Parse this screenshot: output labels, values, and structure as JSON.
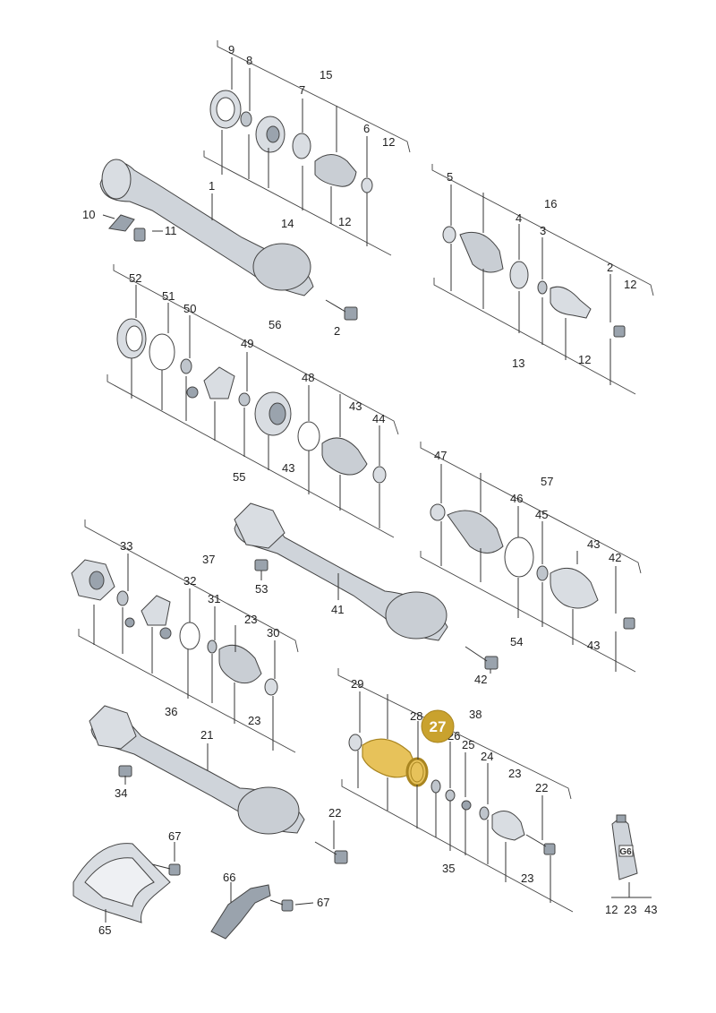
{
  "diagram": {
    "highlight_color": "#c9a22e",
    "highlight_fill": "#e7c25a",
    "highlighted_part": "27",
    "labels": {
      "g1_9": "9",
      "g1_8": "8",
      "g1_15": "15",
      "g1_7": "7",
      "g1_6": "6",
      "g1_12a": "12",
      "g1_1": "1",
      "g1_10": "10",
      "g1_11": "11",
      "g1_14": "14",
      "g1_12b": "12",
      "g1_2": "2",
      "g2_5": "5",
      "g2_16": "16",
      "g2_4": "4",
      "g2_3": "3",
      "g2_2": "2",
      "g2_12a": "12",
      "g2_13": "13",
      "g2_12b": "12",
      "g3_52": "52",
      "g3_51": "51",
      "g3_50": "50",
      "g3_56": "56",
      "g3_49": "49",
      "g3_48": "48",
      "g3_43a": "43",
      "g3_44": "44",
      "g3_55": "55",
      "g3_43b": "43",
      "g4_47": "47",
      "g4_57": "57",
      "g4_46": "46",
      "g4_45": "45",
      "g4_43a": "43",
      "g4_42": "42",
      "g4_54": "54",
      "g4_43b": "43",
      "g5_33": "33",
      "g5_37": "37",
      "g5_32": "32",
      "g5_31": "31",
      "g5_23a": "23",
      "g5_30": "30",
      "g5_36": "36",
      "g5_23b": "23",
      "g6_53": "53",
      "g6_41": "41",
      "g6_42": "42",
      "g7_29": "29",
      "g7_28": "28",
      "g7_38": "38",
      "g7_26": "26",
      "g7_25": "25",
      "g7_24": "24",
      "g7_23a": "23",
      "g7_22": "22",
      "g7_35": "35",
      "g7_23b": "23",
      "g8_21": "21",
      "g8_34": "34",
      "g8_22": "22",
      "g9_67a": "67",
      "g9_65": "65",
      "g9_66": "66",
      "g9_67b": "67",
      "tube_12": "12",
      "tube_23": "23",
      "tube_43": "43",
      "tube_text": "G6"
    }
  }
}
